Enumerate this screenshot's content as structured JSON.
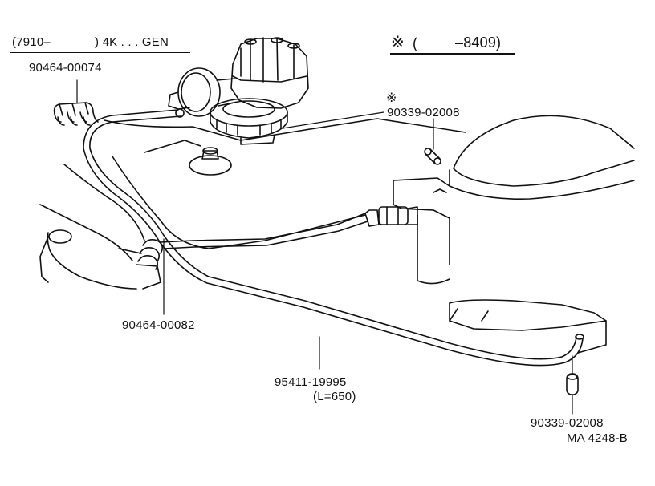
{
  "header": {
    "range_left": "(7910–",
    "range_right": ") 4K . . . GEN",
    "note_mark": "※",
    "note_range_open": "(",
    "note_range_end": "–8409)"
  },
  "callouts": {
    "clamp_top": "90464-00074",
    "clamp_mid": "90464-00082",
    "plug_top_mark": "※",
    "plug_top": "90339-02008",
    "hose_part": "95411-19995",
    "hose_length": "(L=650)",
    "plug_bottom": "90339-02008",
    "figure_code": "MA  4248-B"
  }
}
